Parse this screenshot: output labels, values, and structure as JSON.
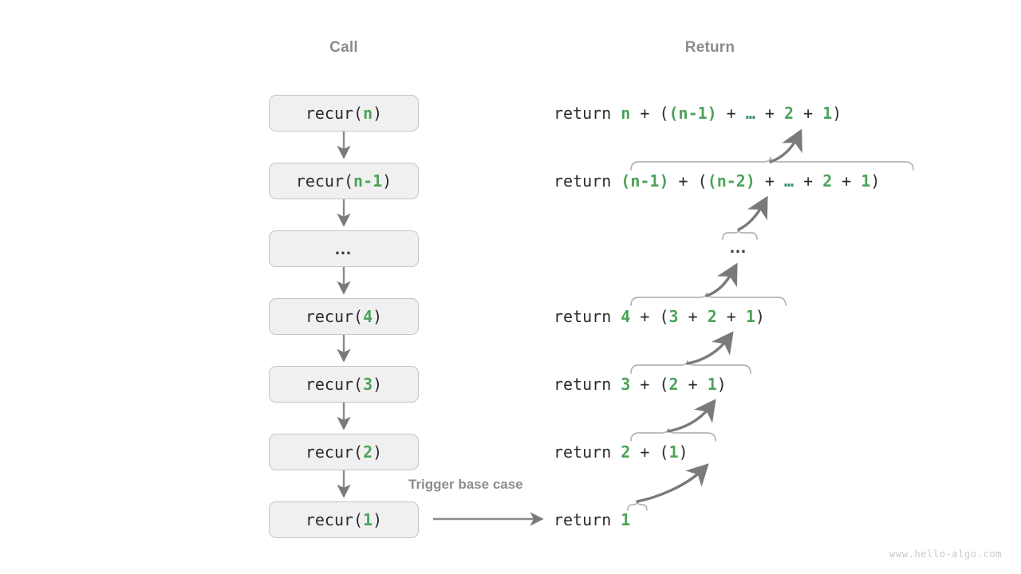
{
  "headers": {
    "call": "Call",
    "return": "Return"
  },
  "colors": {
    "green": "#4ca35a",
    "ellipsis_green": "#2a8a72",
    "text": "#2b2b2b",
    "muted": "#8c8c8c",
    "box_fill": "#f0f0f0",
    "box_border": "#c6c6c6",
    "arrow": "#7a7a7a",
    "brace": "#b5b5b5",
    "watermark": "#c9c9c9"
  },
  "call_stack": [
    {
      "id": "recur-n",
      "prefix": "recur(",
      "arg": "n",
      "suffix": ")",
      "dots": false
    },
    {
      "id": "recur-n-1",
      "prefix": "recur(",
      "arg": "n-1",
      "suffix": ")",
      "dots": false
    },
    {
      "id": "ellipsis",
      "prefix": "",
      "arg": "",
      "suffix": "",
      "dots": true,
      "label": "…"
    },
    {
      "id": "recur-4",
      "prefix": "recur(",
      "arg": "4",
      "suffix": ")",
      "dots": false
    },
    {
      "id": "recur-3",
      "prefix": "recur(",
      "arg": "3",
      "suffix": ")",
      "dots": false
    },
    {
      "id": "recur-2",
      "prefix": "recur(",
      "arg": "2",
      "suffix": ")",
      "dots": false
    },
    {
      "id": "recur-1",
      "prefix": "recur(",
      "arg": "1",
      "suffix": ")",
      "dots": false
    }
  ],
  "returns": [
    {
      "id": "return-n",
      "keyword": "return ",
      "parts": [
        {
          "t": "n",
          "c": "g"
        },
        {
          "t": " + (",
          "c": "p"
        },
        {
          "t": "(n-1)",
          "c": "g"
        },
        {
          "t": " + ",
          "c": "p"
        },
        {
          "t": "…",
          "c": "e"
        },
        {
          "t": " + ",
          "c": "p"
        },
        {
          "t": "2",
          "c": "g"
        },
        {
          "t": " + ",
          "c": "p"
        },
        {
          "t": "1",
          "c": "g"
        },
        {
          "t": ")",
          "c": "p"
        }
      ]
    },
    {
      "id": "return-n-1",
      "keyword": "return ",
      "parts": [
        {
          "t": "(n-1)",
          "c": "g"
        },
        {
          "t": " + (",
          "c": "p"
        },
        {
          "t": "(n-2)",
          "c": "g"
        },
        {
          "t": " + ",
          "c": "p"
        },
        {
          "t": "…",
          "c": "e"
        },
        {
          "t": " + ",
          "c": "p"
        },
        {
          "t": "2",
          "c": "g"
        },
        {
          "t": " + ",
          "c": "p"
        },
        {
          "t": "1",
          "c": "g"
        },
        {
          "t": ")",
          "c": "p"
        }
      ]
    },
    {
      "id": "return-4",
      "keyword": "return ",
      "parts": [
        {
          "t": "4",
          "c": "g"
        },
        {
          "t": " + (",
          "c": "p"
        },
        {
          "t": "3",
          "c": "g"
        },
        {
          "t": " + ",
          "c": "p"
        },
        {
          "t": "2",
          "c": "g"
        },
        {
          "t": " + ",
          "c": "p"
        },
        {
          "t": "1",
          "c": "g"
        },
        {
          "t": ")",
          "c": "p"
        }
      ]
    },
    {
      "id": "return-3",
      "keyword": "return ",
      "parts": [
        {
          "t": "3",
          "c": "g"
        },
        {
          "t": " + (",
          "c": "p"
        },
        {
          "t": "2",
          "c": "g"
        },
        {
          "t": " + ",
          "c": "p"
        },
        {
          "t": "1",
          "c": "g"
        },
        {
          "t": ")",
          "c": "p"
        }
      ]
    },
    {
      "id": "return-2",
      "keyword": "return ",
      "parts": [
        {
          "t": "2",
          "c": "g"
        },
        {
          "t": " + (",
          "c": "p"
        },
        {
          "t": "1",
          "c": "g"
        },
        {
          "t": ")",
          "c": "p"
        }
      ]
    },
    {
      "id": "return-1",
      "keyword": "return ",
      "parts": [
        {
          "t": "1",
          "c": "g"
        }
      ]
    }
  ],
  "middle_dots": "…",
  "trigger_label": "Trigger base case",
  "watermark": "www.hello-algo.com"
}
